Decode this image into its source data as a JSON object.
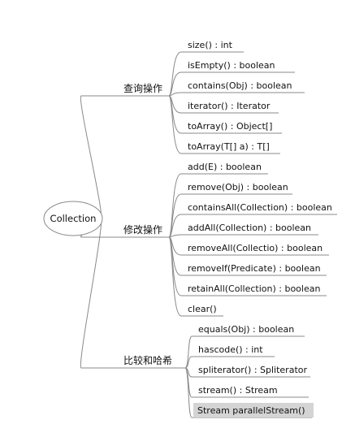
{
  "root": {
    "label": "Collection"
  },
  "branches": [
    {
      "label": "查询操作",
      "items": [
        "size()  : int",
        "isEmpty() : boolean",
        "contains(Obj) : boolean",
        "iterator() : Iterator",
        "toArray() : Object[]",
        "toArray(T[] a) : T[]"
      ]
    },
    {
      "label": "修改操作",
      "items": [
        "add(E) : boolean",
        "remove(Obj) : boolean",
        "containsAll(Collection) : boolean",
        "addAll(Collection) : boolean",
        "removeAll(Collectio) : boolean",
        "removeIf(Predicate) :  boolean",
        "retainAll(Collection) : boolean",
        "clear()"
      ]
    },
    {
      "label": "比较和哈希",
      "items": [
        "equals(Obj) : boolean",
        "hascode() : int",
        "spliterator() : Spliterator",
        "stream() : Stream",
        "Stream parallelStream()"
      ],
      "highlighted_item": "Stream parallelStream()"
    }
  ],
  "colors": {
    "line": "#8a8a8a",
    "highlight_bg": "#d4d4d4",
    "text": "#111111"
  }
}
